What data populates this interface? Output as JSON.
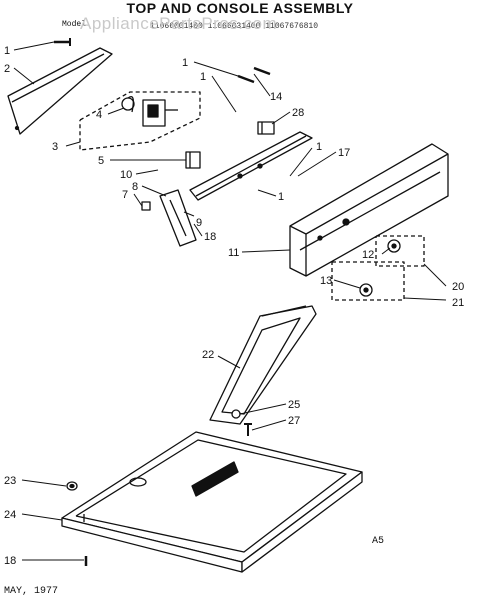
{
  "title": "TOP AND CONSOLE ASSEMBLY",
  "model_prefix": "Model",
  "model_numbers": "11066001400  11066031400  11067676810",
  "watermark": "AppliancePartsPros.com",
  "part_labels": [
    "1",
    "2",
    "1",
    "1",
    "14",
    "28",
    "4",
    "3",
    "5",
    "1",
    "17",
    "10",
    "8",
    "7",
    "1",
    "9",
    "18",
    "11",
    "12",
    "20",
    "13",
    "21",
    "22",
    "25",
    "27",
    "23",
    "24",
    "18"
  ],
  "code": "A5",
  "date": "MAY, 1977"
}
